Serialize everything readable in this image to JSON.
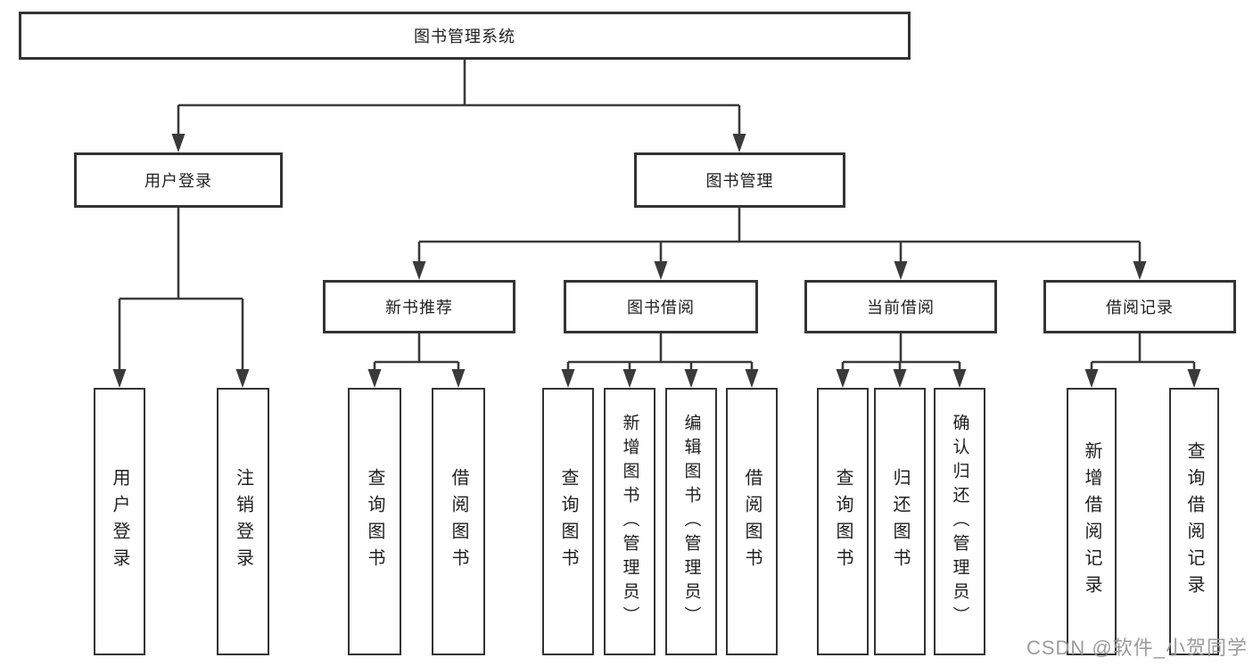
{
  "diagram": {
    "root": "图书管理系统",
    "branches": [
      {
        "label": "用户登录",
        "children": [
          {
            "label": "用户登录"
          },
          {
            "label": "注销登录"
          }
        ]
      },
      {
        "label": "图书管理",
        "children": [
          {
            "label": "新书推荐",
            "children": [
              {
                "label": "查询图书"
              },
              {
                "label": "借阅图书"
              }
            ]
          },
          {
            "label": "图书借阅",
            "children": [
              {
                "label": "查询图书"
              },
              {
                "label": "新增图书（管理员）"
              },
              {
                "label": "编辑图书（管理员）"
              },
              {
                "label": "借阅图书"
              }
            ]
          },
          {
            "label": "当前借阅",
            "children": [
              {
                "label": "查询图书"
              },
              {
                "label": "归还图书"
              },
              {
                "label": "确认归还（管理员）"
              }
            ]
          },
          {
            "label": "借阅记录",
            "children": [
              {
                "label": "新增借阅记录"
              },
              {
                "label": "查询借阅记录"
              }
            ]
          }
        ]
      }
    ]
  },
  "watermark": "CSDN @软件_小贺同学",
  "colors": {
    "border": "#333333",
    "line": "#3a3a3a",
    "text": "#1f1f1f",
    "watermark": "#9b9b9b",
    "background": "#ffffff"
  }
}
